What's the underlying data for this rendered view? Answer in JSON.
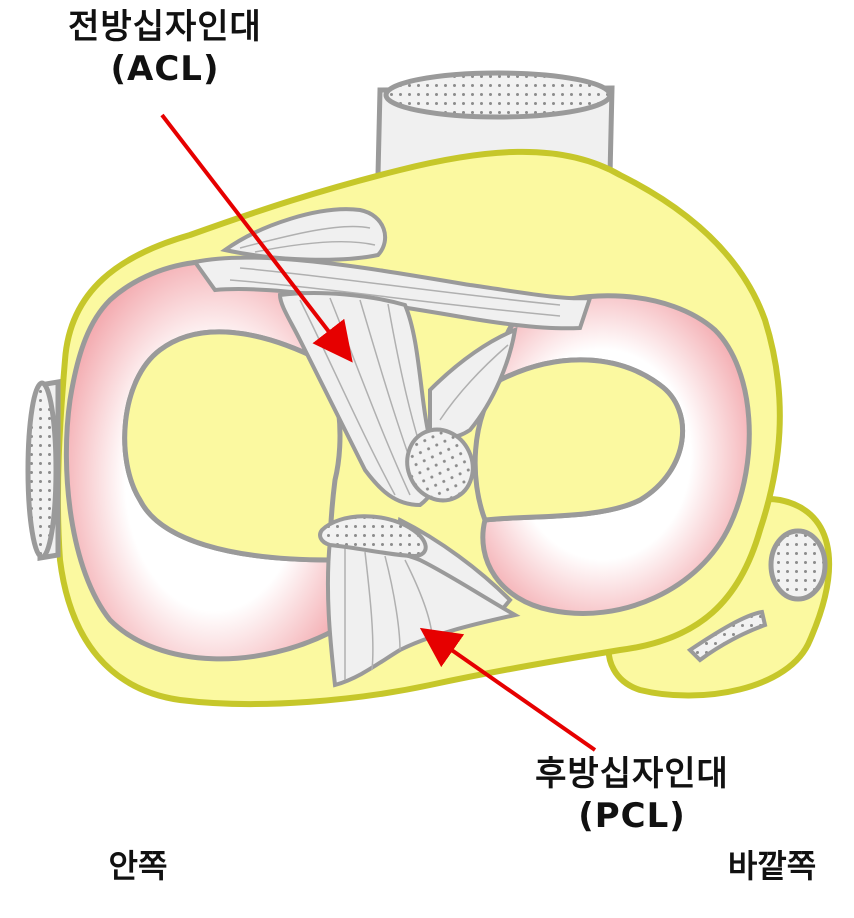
{
  "labels": {
    "acl_korean": "전방십자인대",
    "acl_abbr": "(ACL)",
    "pcl_korean": "후방십자인대",
    "pcl_abbr": "(PCL)",
    "medial": "안쪽",
    "lateral": "바깥쪽"
  },
  "colors": {
    "tibia_fill": "#fbf9a0",
    "tibia_outline": "#c6c72a",
    "cartilage_outer": "#f3a8ad",
    "ligament_fill": "#f0f0f0",
    "outline": "#9a9a9a",
    "arrow": "#e60000"
  }
}
